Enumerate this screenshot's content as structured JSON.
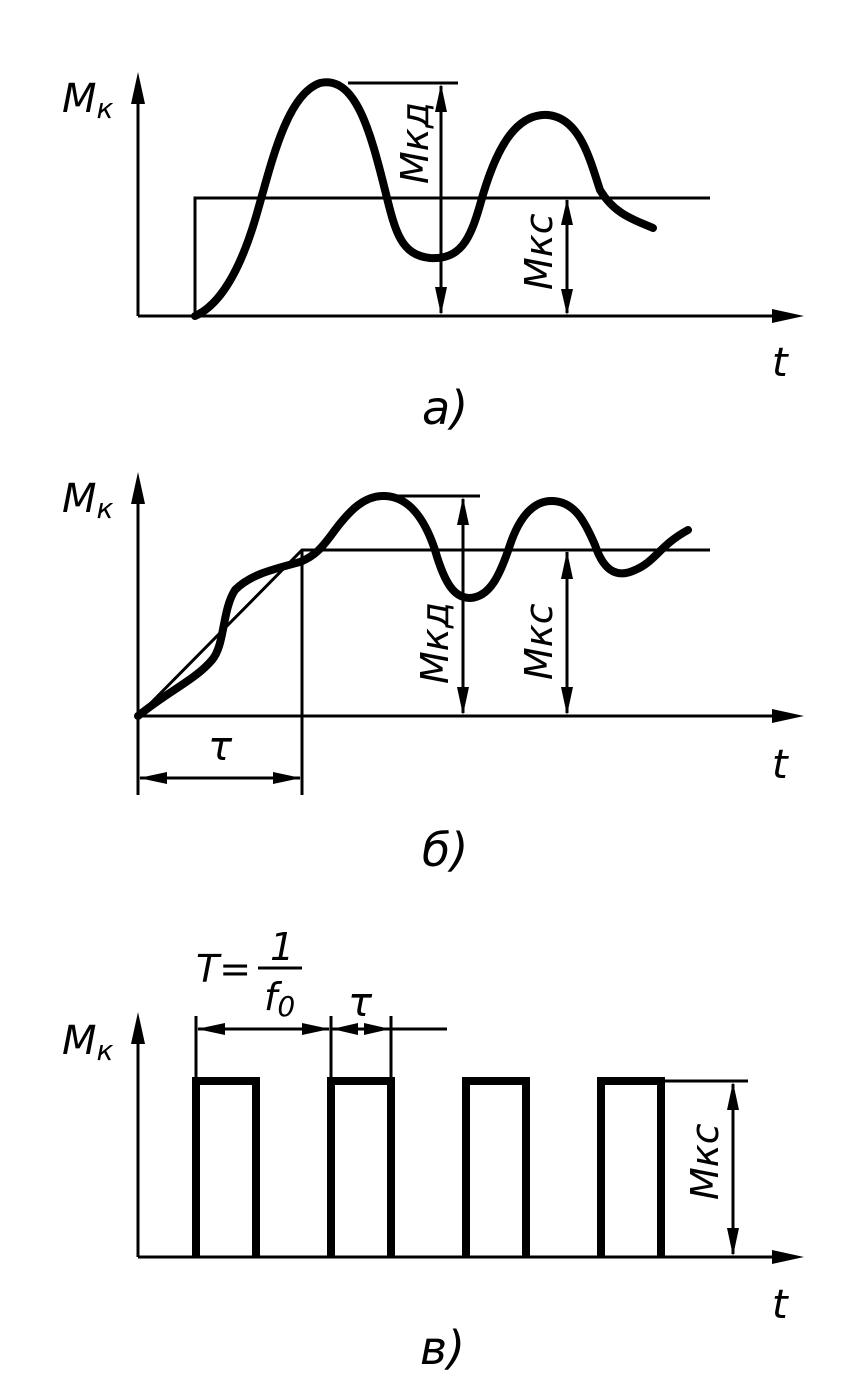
{
  "panel_a": {
    "y_label": "M",
    "y_label_sub": "к",
    "x_label": "t",
    "dim_dynamic": "Mкд",
    "dim_static": "Mкс",
    "caption": "а)"
  },
  "panel_b": {
    "y_label": "M",
    "y_label_sub": "к",
    "x_label": "t",
    "tau": "τ",
    "dim_dynamic": "Mкд",
    "dim_static": "Mкс",
    "caption": "б)"
  },
  "panel_c": {
    "y_label": "M",
    "y_label_sub": "к",
    "x_label": "t",
    "period_lhs": "T=",
    "period_num": "1",
    "period_den": "f",
    "period_den_sub": "0",
    "tau": "τ",
    "dim_static": "Mкс",
    "caption": "в)"
  }
}
